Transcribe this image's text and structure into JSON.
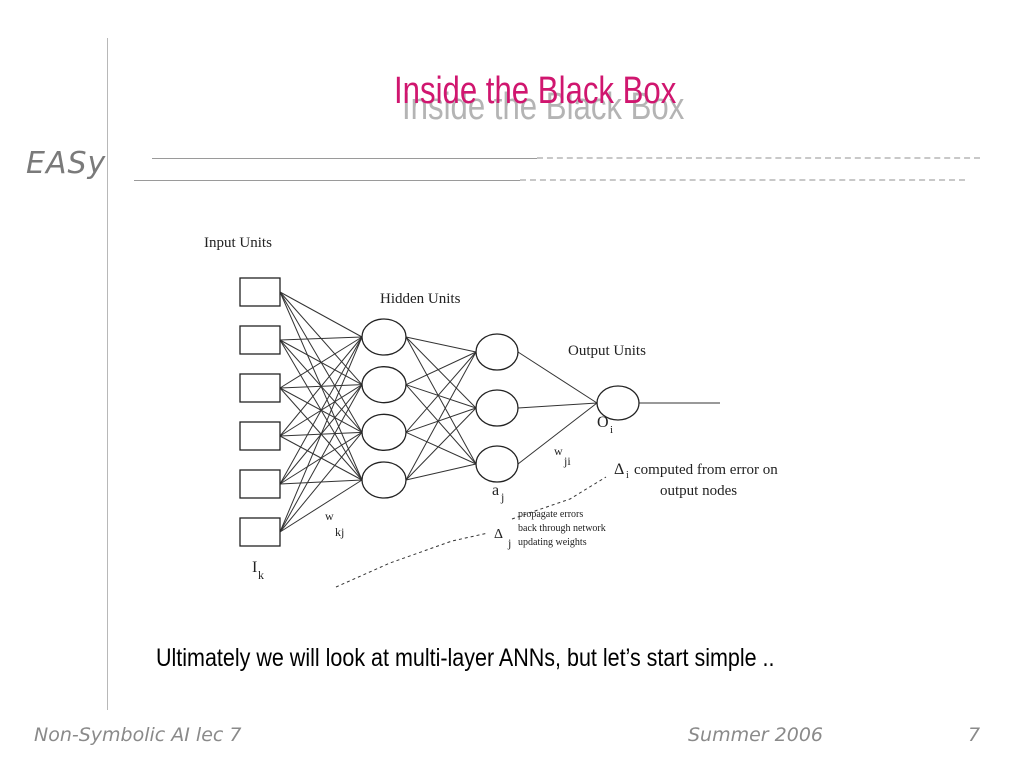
{
  "slide": {
    "brand": "EASy",
    "title": "Inside the Black Box",
    "caption": "Ultimately we will look at multi-layer ANNs, but let’s start simple ..",
    "footer": {
      "course": "Non-Symbolic AI lec 7",
      "term": "Summer 2006",
      "page": "7"
    }
  },
  "diagram": {
    "labels": {
      "input_units": "Input Units",
      "hidden_units": "Hidden Units",
      "output_units": "Output Units",
      "input_symbol": "I",
      "input_subscript": "k",
      "hidden_symbol": "a",
      "hidden_subscript": "j",
      "output_symbol": "O",
      "output_subscript": "i",
      "weight_kj": "w",
      "weight_kj_sub": "kj",
      "weight_ji": "w",
      "weight_ji_sub": "ji",
      "delta_i_symbol": "Δ",
      "delta_i_sub": "i",
      "delta_i_note_1": "computed from error on",
      "delta_i_note_2": "output nodes",
      "delta_j_symbol": "Δ",
      "delta_j_sub": "j",
      "propagate_1": "propagate errors",
      "propagate_2": "back through network",
      "propagate_3": "updating weights"
    },
    "layers": {
      "input_count": 6,
      "hidden1_count": 4,
      "hidden2_count": 3,
      "output_count": 1
    }
  }
}
